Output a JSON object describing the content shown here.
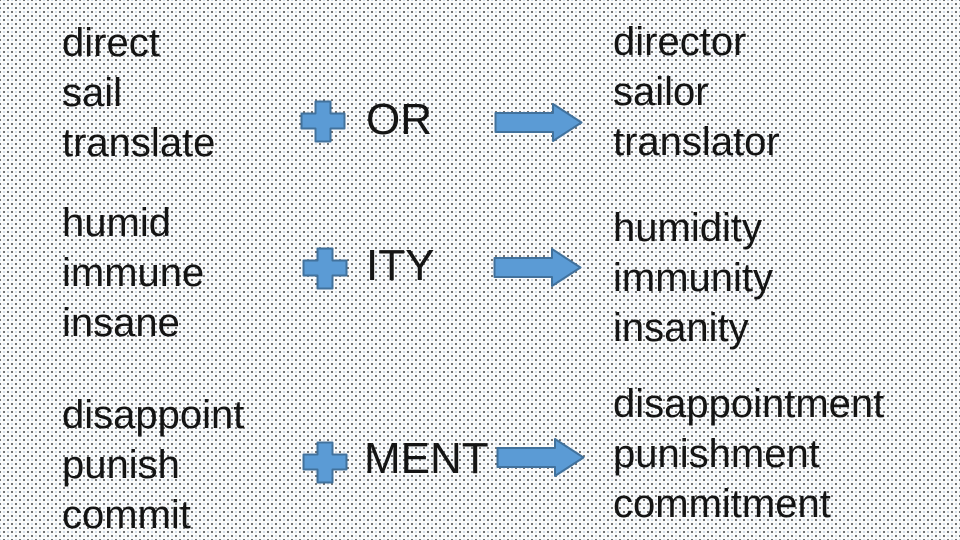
{
  "slide": {
    "background": {
      "base_color": "#fcfcfc",
      "dark_dot_color": "#616161",
      "light_dot_color": "#cfdae6"
    },
    "accent": {
      "shape_fill": "#5b9bd5",
      "shape_border": "#41719c"
    },
    "text_color": "#141414",
    "rows": [
      {
        "base_words": [
          "direct",
          "sail",
          "translate"
        ],
        "operator_icon": "plus-icon",
        "suffix": "OR",
        "arrow_icon": "right-arrow-icon",
        "result_words": [
          "director",
          "sailor",
          "translator"
        ]
      },
      {
        "base_words": [
          "humid",
          "immune",
          "insane"
        ],
        "operator_icon": "plus-icon",
        "suffix": "ITY",
        "arrow_icon": "right-arrow-icon",
        "result_words": [
          "humidity",
          "immunity",
          "insanity"
        ]
      },
      {
        "base_words": [
          "disappoint",
          "punish",
          "commit"
        ],
        "operator_icon": "plus-icon",
        "suffix": "MENT",
        "arrow_icon": "right-arrow-icon",
        "result_words": [
          "disappointment",
          "punishment",
          "commitment"
        ]
      }
    ]
  }
}
